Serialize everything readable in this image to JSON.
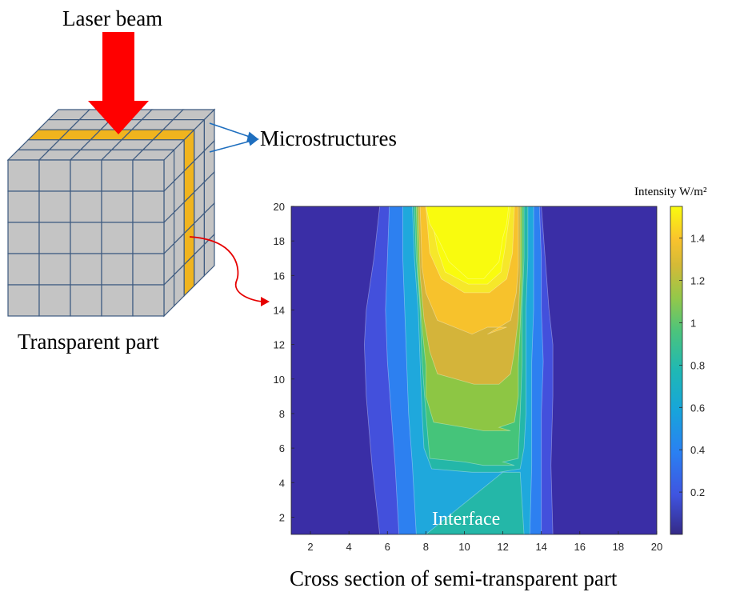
{
  "labels": {
    "laser_beam": "Laser beam",
    "microstructures": "Microstructures",
    "transparent_part": "Transparent part",
    "cross_section": "Cross section of semi-transparent part",
    "interface": "Interface",
    "colorbar_title": "Intensity W/m²"
  },
  "colors": {
    "cube_face": "#c4c4c4",
    "grid_line": "#3d5a80",
    "highlight": "#f0b41e",
    "arrow_red": "#ff0000",
    "pointer_blue": "#1f6fbf"
  },
  "chart_data": {
    "type": "heatmap",
    "xlim": [
      1,
      20
    ],
    "ylim": [
      1,
      20
    ],
    "x_ticks": [
      2,
      4,
      6,
      8,
      10,
      12,
      14,
      16,
      18,
      20
    ],
    "y_ticks": [
      2,
      4,
      6,
      8,
      10,
      12,
      14,
      16,
      18,
      20
    ],
    "colorbar_ticks": [
      0.2,
      0.4,
      0.6,
      0.8,
      1,
      1.2,
      1.4
    ],
    "colorbar_range": [
      0,
      1.55
    ],
    "colorbar_label": "Intensity W/m²",
    "levels": [
      {
        "value": 0.05,
        "color": "#3a2ea6"
      },
      {
        "value": 0.2,
        "color": "#4350dc"
      },
      {
        "value": 0.4,
        "color": "#2d80f0"
      },
      {
        "value": 0.6,
        "color": "#1fa8dc"
      },
      {
        "value": 0.8,
        "color": "#24b7a8"
      },
      {
        "value": 0.95,
        "color": "#45c47a"
      },
      {
        "value": 1.1,
        "color": "#8dc644"
      },
      {
        "value": 1.25,
        "color": "#d4b43a"
      },
      {
        "value": 1.4,
        "color": "#f7c22c"
      },
      {
        "value": 1.5,
        "color": "#f6e72a"
      },
      {
        "value": 1.55,
        "color": "#f9fb0e"
      }
    ]
  }
}
